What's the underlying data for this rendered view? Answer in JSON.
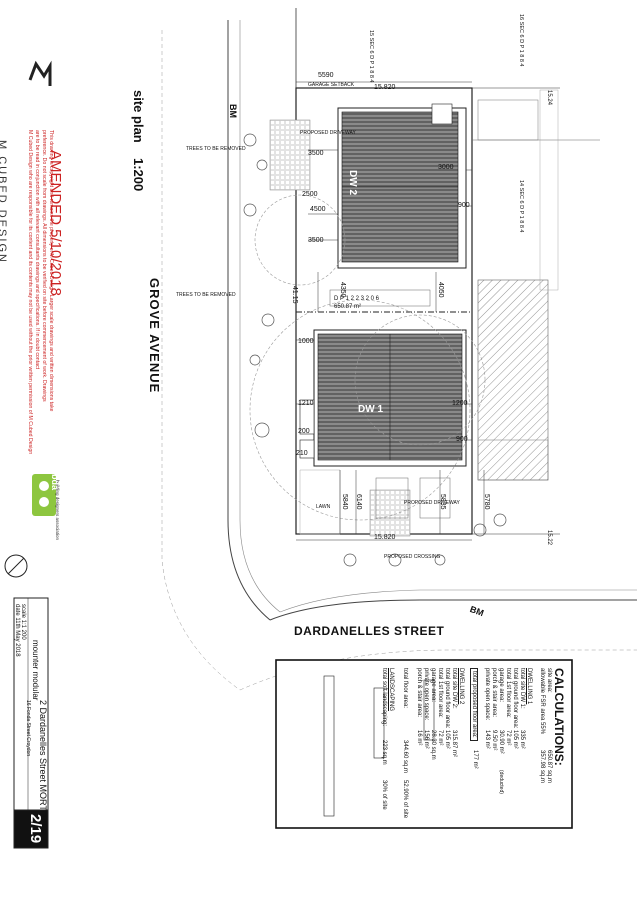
{
  "brand": {
    "name": "M CUBED DESIGN",
    "accent": "#222222",
    "amend_color": "#cc2222"
  },
  "sheet": {
    "title": "site plan",
    "scale": "1:200",
    "amended": "AMENDED 5/10/2018",
    "disclaimer_1": "This drawing is copyright and remains the property of M Cubed Design. Larger scale drawings and written dimensions take",
    "disclaimer_2": "preference. Do not scale from drawings. All dimensions to be verified on site before commencement of work. Drawings",
    "disclaimer_3": "are to be read in conjunction with all relevant consultants drawings and specifications. If in doubt contact",
    "disclaimer_4": "M Cubed Design who are responsible for its content and its contents may not be used without the prior written permission of M Cubed Design",
    "bda_label": "bda",
    "bda_caption": "building designers association",
    "project_title": "2 Dardanelles Street MORTDALE",
    "client": "mounter modular",
    "address_line": "16 Fonda Street Croydon",
    "scale_label": "scale 1:1 200",
    "date_label": "date 11th May 2018",
    "sheet_number": "2/19"
  },
  "plan": {
    "street_left": "GROVE AVENUE",
    "street_bottom": "DARDANELLES STREET",
    "dp_label": "D P 1 2 2 3 2 0 6",
    "site_area_label": "650.87 m²",
    "dwelling_1": "DW 1",
    "dwelling_2": "DW 2",
    "bm_top": "BM",
    "bm_bottom": "BM",
    "sec_top_left": "15 SEC 6 D P 1 8 8 4",
    "sec_top_right": "16 SEC 6 D P 1 8 8 4",
    "sec_right": "14 SEC 6 D P 1 8 8 4",
    "trees_removed_1": "TREES TO BE REMOVED",
    "trees_removed_2": "TREES TO BE REMOVED",
    "proposed_driveway_1": "PROPOSED DRIVEWAY",
    "proposed_driveway_2": "PROPOSED DRIVEWAY",
    "proposed_crossing": "PROPOSED CROSSING",
    "garage_setback": "GARAGE SETBACK",
    "lawn": "LAWN",
    "dims": {
      "d5590": "5590",
      "d15820_top": "15.820",
      "d15820_bottom": "15.820",
      "d3500a": "3500",
      "d2500": "2500",
      "d4500": "4500",
      "d3500b": "3500",
      "d3000": "3000",
      "d900a": "900",
      "d4115": "41.15",
      "d4350": "4350",
      "d4050": "4050",
      "d1000": "1000",
      "d1210": "1210",
      "d200": "200",
      "d210": "210",
      "d1200": "1200",
      "d900b": "900",
      "d5840": "5840",
      "d6140": "6140",
      "d5835": "5835",
      "d5780": "5780",
      "d1524": "15.24",
      "d1522": "15.22"
    }
  },
  "calculations": {
    "heading": "CALCULATIONS:",
    "site_area_label": "site area:",
    "site_area_value": "650.87 sq.m",
    "allowable_fsr_label": "allowable FSR area 55%",
    "allowable_fsr_value": "357.98 sq.m",
    "dw1_heading": "DWELLING 1",
    "dw1_total_label": "total site DW 1:",
    "dw1_total_value": "335 m²",
    "dw1_ground_label": "total ground floor area:",
    "dw1_ground_value": "105 m²",
    "dw1_first_label": "total 1st floor area:",
    "dw1_first_value": "72 m²",
    "dw1_garage_label": "garage area:",
    "dw1_garage_value": "30.90 m²",
    "dw1_porch_label": "porch & stair area:",
    "dw1_porch_value": "9.50 m²",
    "dw1_open_label": "private open space:",
    "dw1_open_value": "143 m²",
    "dw1_note": "(deducted)",
    "proposed_floor_label": "total proposed floor area:",
    "proposed_floor_value": "177 m²",
    "dw2_heading": "DWELLING 2",
    "dw2_total_label": "total site DW 2:",
    "dw2_total_value": "315.87 m²",
    "dw2_ground_label": "total ground floor area:",
    "dw2_ground_value": "105 m²",
    "dw2_first_label": "total 1st floor area:",
    "dw2_first_value": "72 m²",
    "dw2_garage_label": "garage area:",
    "dw2_garage_value": "28.30 sq.m",
    "dw2_open_label": "private open space:",
    "dw2_open_value": "156 m²",
    "dw2_porch_label": "porch & stair area:",
    "dw2_porch_value": "16 m²",
    "total_floor_label": "total floor area:",
    "total_floor_value": "344.60 sq.m",
    "total_floor_percent": "52.90% of site",
    "landscaping_heading": "LANDSCAPING",
    "landscaping_label": "total soft landscaping:",
    "landscaping_value": "223 sq.m",
    "landscaping_percent": "30% of site"
  }
}
